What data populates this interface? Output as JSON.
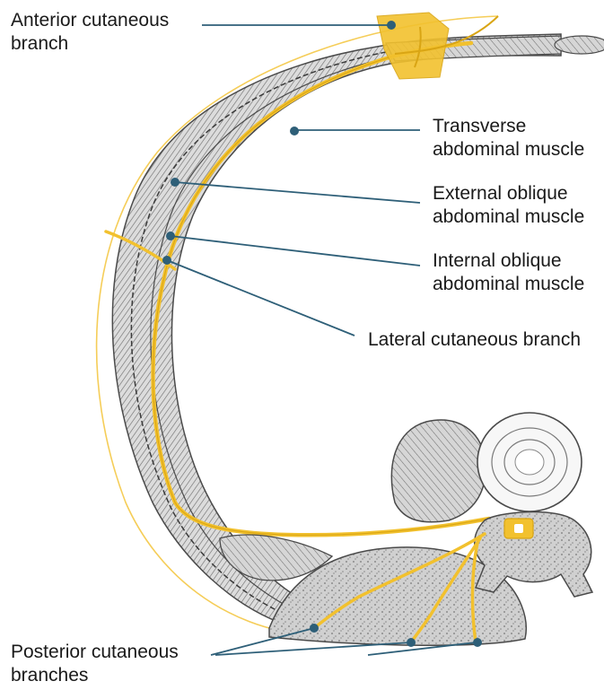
{
  "colors": {
    "nerve": "#f2c12e",
    "nerve_dark": "#d9a514",
    "leader": "#2e5f78",
    "dot": "#2e5f78",
    "muscle_fill": "#cfcfcf",
    "outline": "#4a4a4a",
    "text": "#1a1a1a"
  },
  "labels": {
    "anterior_cutaneous_branch": [
      "Anterior cutaneous",
      "branch"
    ],
    "transverse_abdominal_muscle": [
      "Transverse",
      "abdominal muscle"
    ],
    "external_oblique_abdominal_muscle": [
      "External oblique",
      "abdominal muscle"
    ],
    "internal_oblique_abdominal_muscle": [
      "Internal oblique",
      "abdominal muscle"
    ],
    "lateral_cutaneous_branch": [
      "Lateral cutaneous branch"
    ],
    "posterior_cutaneous_branches": [
      "Posterior cutaneous",
      "branches"
    ]
  }
}
